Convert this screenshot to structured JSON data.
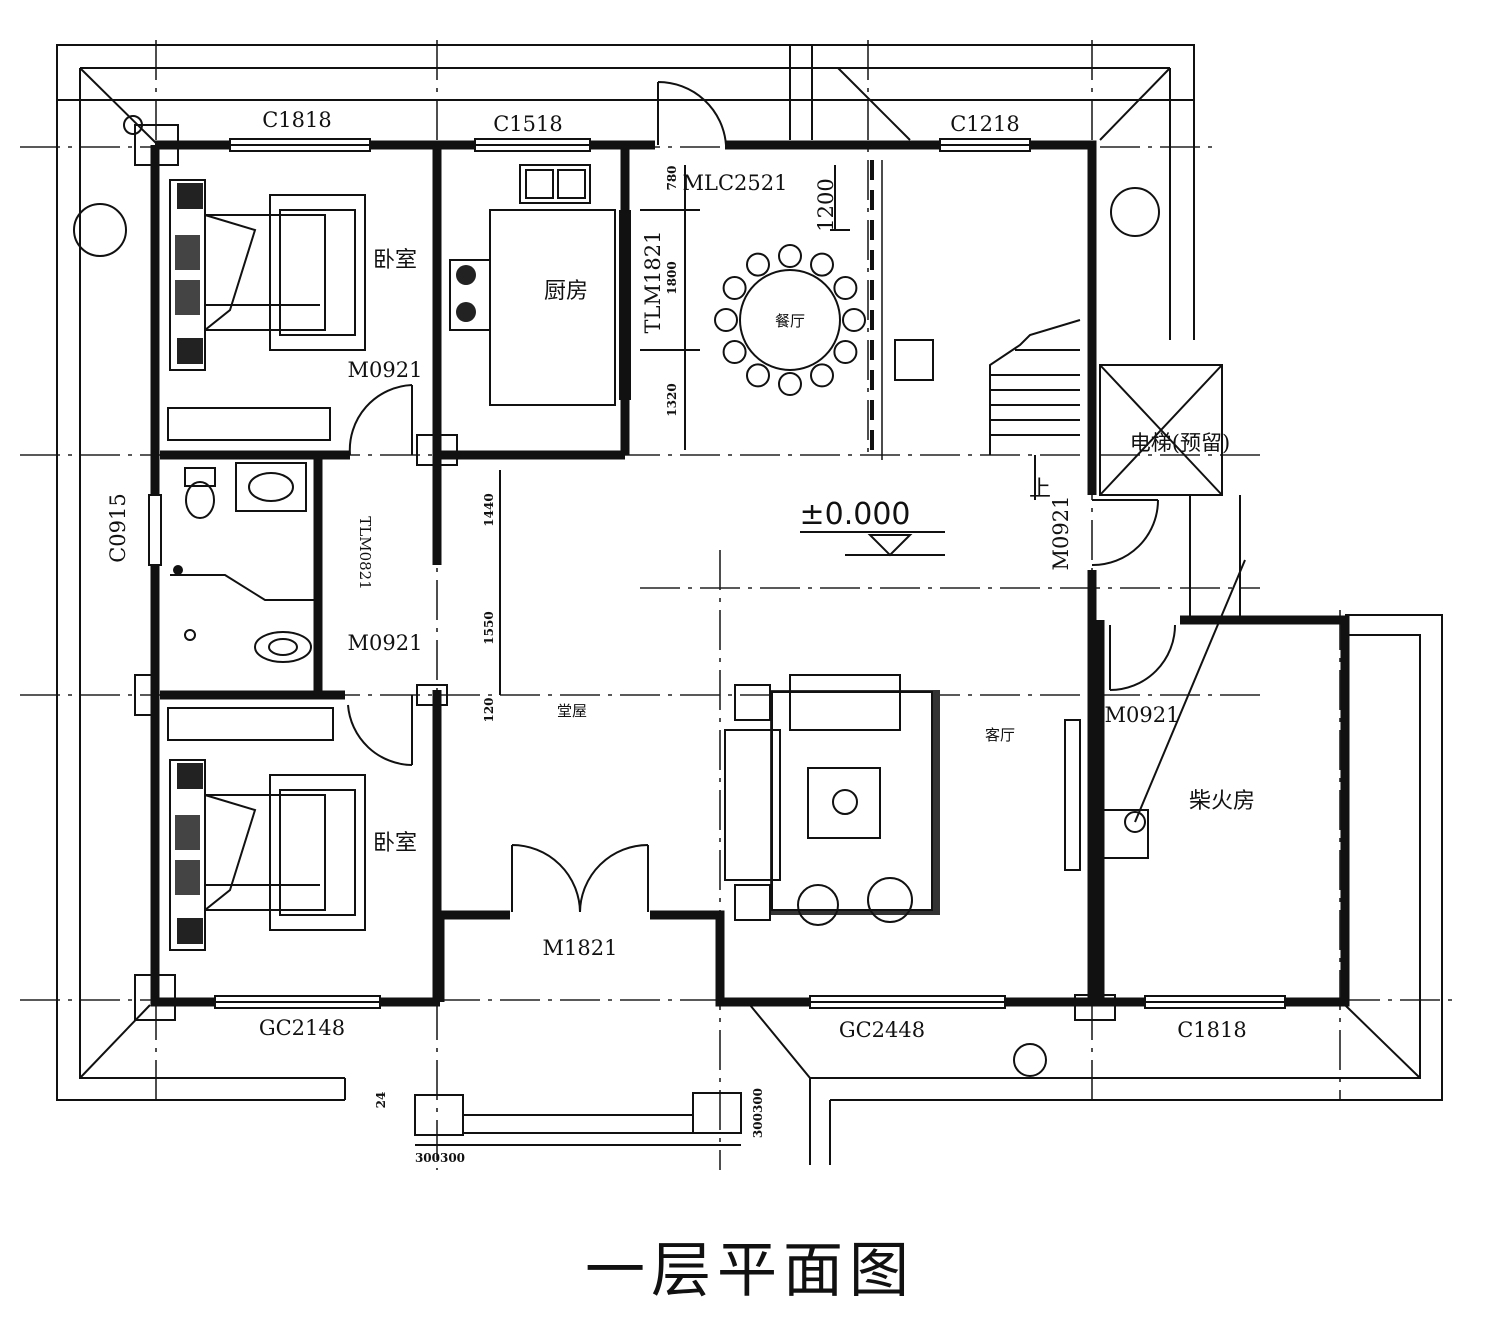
{
  "title": "一层平面图",
  "elevation": "±0.000",
  "rooms": {
    "bedroom_top": "卧室",
    "bedroom_bottom": "卧室",
    "kitchen": "厨房",
    "dining": "餐厅",
    "hall": "堂屋",
    "living": "客厅",
    "firewood": "柴火房",
    "elevator": "电梯(预留)",
    "stair_up": "上"
  },
  "windows": {
    "c1818_top": "C1818",
    "c1518": "C1518",
    "c1218": "C1218",
    "mlc2521": "MLC2521",
    "c0915": "C0915",
    "gc2148": "GC2148",
    "gc2448": "GC2448",
    "c1818_bottom": "C1818"
  },
  "doors": {
    "m0921_bed1": "M0921",
    "m0921_bath": "M0921",
    "m0921_right": "M0921",
    "m0921_fire": "M0921",
    "tlm0821": "TLM0821",
    "tlm1821": "TLM1821",
    "m1821": "M1821"
  },
  "dimensions": {
    "d1200": "1200",
    "d780": "780",
    "d1800": "1800",
    "d1320": "1320",
    "d1440": "1440",
    "d1550": "1550",
    "d120": "120",
    "d24": "24",
    "d300_a": "300300",
    "d300_b": "300300"
  }
}
